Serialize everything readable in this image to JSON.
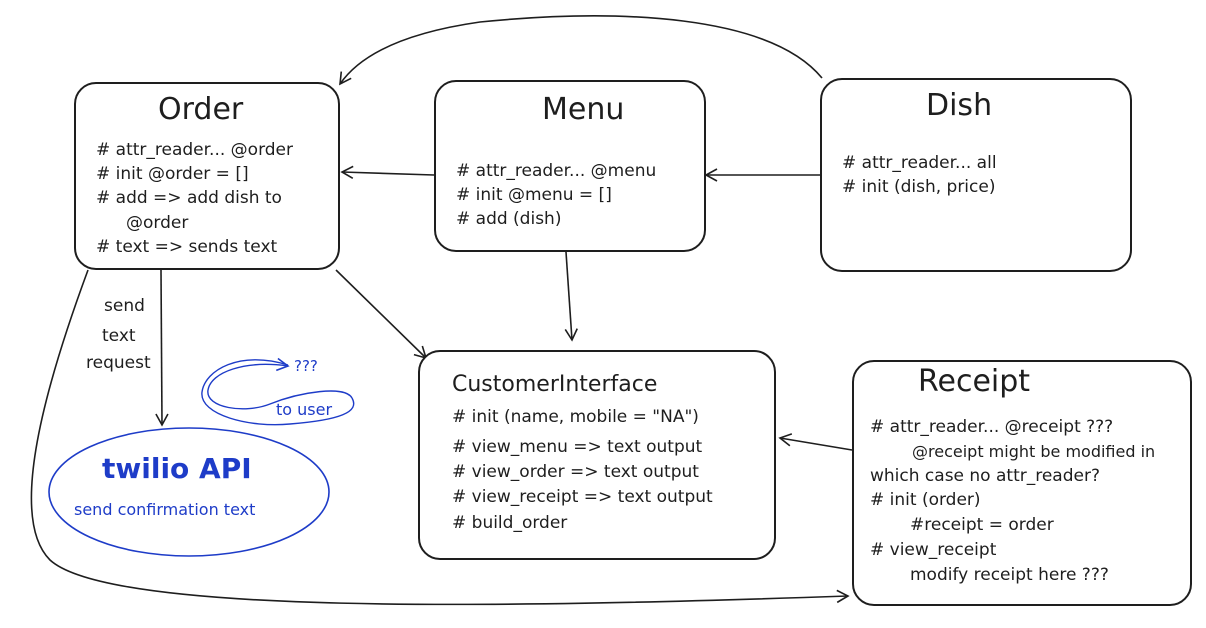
{
  "classes": {
    "order": {
      "title": "Order",
      "lines": [
        "# attr_reader... @order",
        "# init @order = []",
        "# add => add dish to",
        "@order",
        "# text => sends text"
      ]
    },
    "menu": {
      "title": "Menu",
      "lines": [
        "# attr_reader... @menu",
        "# init @menu = []",
        "# add (dish)"
      ]
    },
    "dish": {
      "title": "Dish",
      "lines": [
        "# attr_reader... all",
        "# init (dish, price)"
      ]
    },
    "customer_interface": {
      "title": "CustomerInterface",
      "lines": [
        "# init (name, mobile = \"NA\")",
        "# view_menu => text output",
        "# view_order => text output",
        "# view_receipt => text output",
        "# build_order"
      ]
    },
    "receipt": {
      "title": "Receipt",
      "lines": [
        "# attr_reader... @receipt ???",
        "@receipt might be modified in",
        "which case no attr_reader?",
        "# init (order)",
        "#receipt = order",
        "# view_receipt",
        "modify receipt here ???"
      ]
    }
  },
  "twilio": {
    "title": "twilio API",
    "subtitle": "send confirmation text"
  },
  "annotations": {
    "send_text_request": [
      "send",
      "text",
      "request"
    ],
    "question_marks": "???",
    "to_user": "to user"
  },
  "colors": {
    "ink": "#1e1e1e",
    "accent_blue": "#1e3cc8"
  }
}
